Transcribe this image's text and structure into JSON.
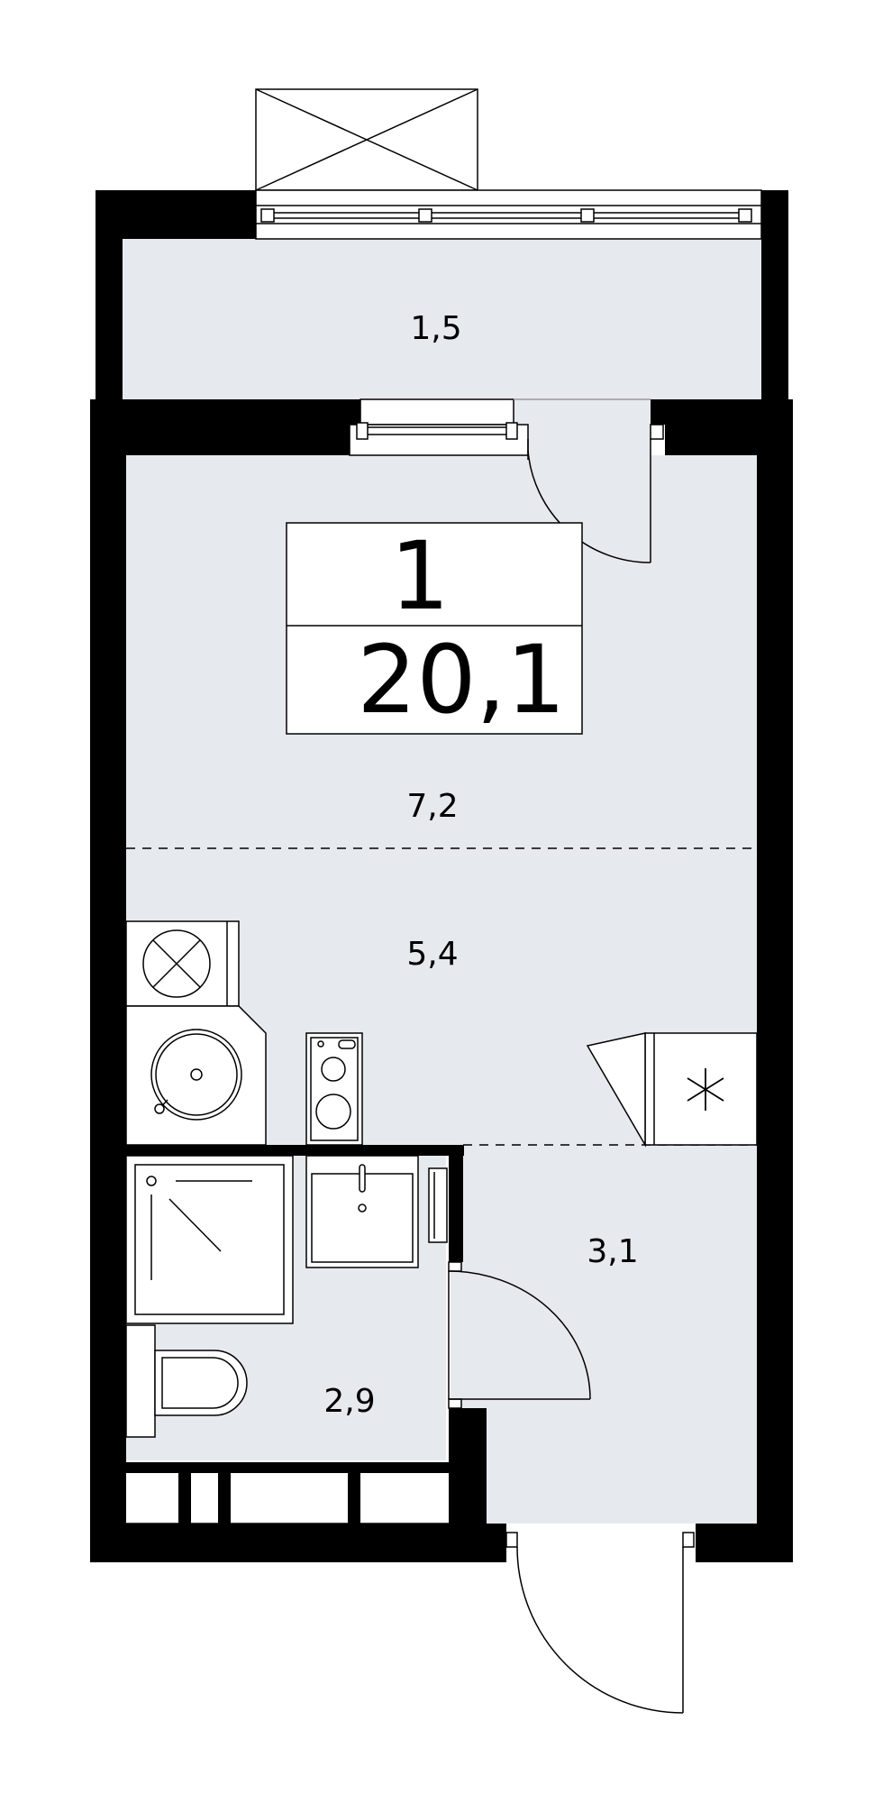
{
  "apartment": {
    "rooms_count": "1",
    "total_area": "20,1"
  },
  "rooms": {
    "balcony": "1,5",
    "living": "7,2",
    "kitchen": "5,4",
    "hallway": "3,1",
    "bathroom": "2,9"
  },
  "colors": {
    "floor": "#e6e9ed",
    "wall": "#000000",
    "line": "#000000",
    "background": "#ffffff"
  },
  "icons": [
    "ventilation-icon",
    "washing-machine-icon",
    "stove-icon",
    "sink-icon",
    "shower-icon",
    "toilet-icon",
    "air-conditioner-icon"
  ]
}
